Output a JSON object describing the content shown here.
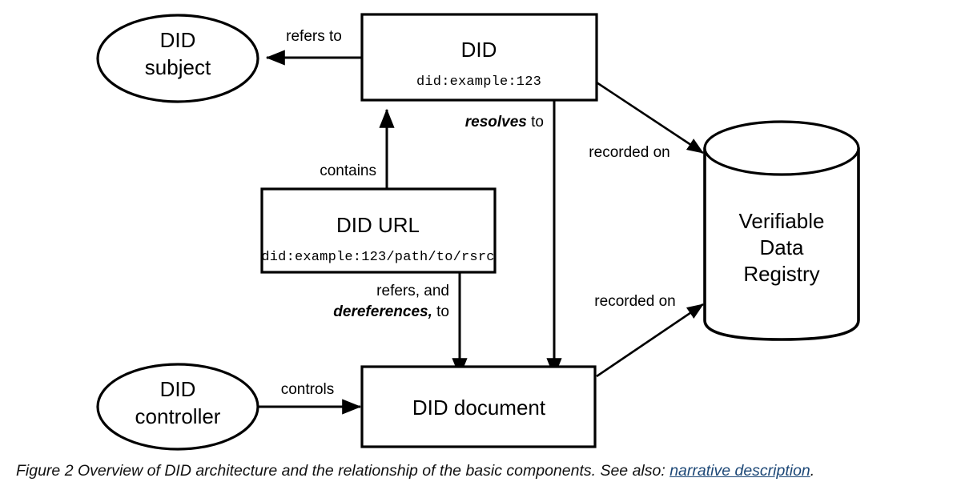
{
  "figure": {
    "caption_prefix": "Figure 2 Overview of DID architecture and the relationship of the basic components. See also: ",
    "caption_link": "narrative description",
    "caption_suffix": ".",
    "link_color": "#1d4877",
    "stroke_color": "#000000",
    "background_color": "#ffffff"
  },
  "nodes": {
    "did_subject": {
      "shape": "ellipse",
      "line1": "DID",
      "line2": "subject"
    },
    "did": {
      "shape": "rectangle",
      "title": "DID",
      "mono": "did:example:123"
    },
    "did_url": {
      "shape": "rectangle",
      "title": "DID URL",
      "mono": "did:example:123/path/to/rsrc"
    },
    "did_controller": {
      "shape": "ellipse",
      "line1": "DID",
      "line2": "controller"
    },
    "did_document": {
      "shape": "rectangle",
      "title": "DID document"
    },
    "verifiable_data_registry": {
      "shape": "cylinder",
      "line1": "Verifiable",
      "line2": "Data",
      "line3": "Registry"
    }
  },
  "edges": {
    "refers_to": {
      "label": "refers to",
      "from": "did",
      "to": "did_subject"
    },
    "contains": {
      "label": "contains",
      "from": "did_url",
      "to": "did"
    },
    "resolves_to": {
      "emphasis": "resolves",
      "rest": " to",
      "from": "did",
      "to": "did_document"
    },
    "dereferences_to": {
      "line1": "refers, and",
      "emphasis": "dereferences,",
      "rest": " to",
      "from": "did_url",
      "to": "did_document"
    },
    "controls": {
      "label": "controls",
      "from": "did_controller",
      "to": "did_document"
    },
    "recorded_on_did": {
      "label": "recorded on",
      "from": "did",
      "to": "verifiable_data_registry"
    },
    "recorded_on_doc": {
      "label": "recorded on",
      "from": "did_document",
      "to": "verifiable_data_registry"
    }
  }
}
